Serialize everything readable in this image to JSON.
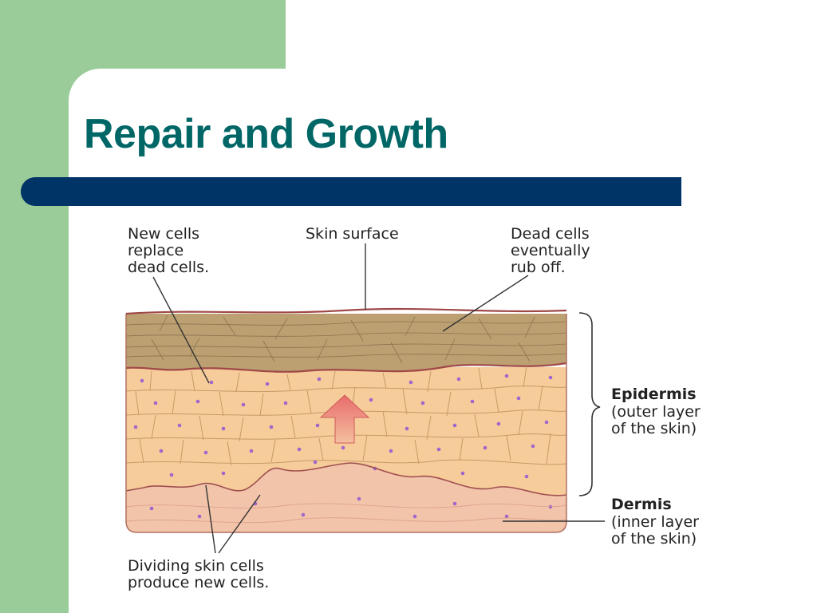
{
  "slide": {
    "title": "Repair and Growth",
    "colors": {
      "accent_green": "#99cc99",
      "title_teal": "#006666",
      "bar_navy": "#003366"
    }
  },
  "diagram": {
    "labels": {
      "new_cells": "New cells\nreplace\ndead cells.",
      "skin_surface": "Skin surface",
      "dead_cells": "Dead cells\neventually\nrub off.",
      "epidermis_name": "Epidermis",
      "epidermis_desc": "(outer layer\nof the skin)",
      "dermis_name": "Dermis",
      "dermis_desc": "(inner layer\nof the skin)",
      "dividing": "Dividing skin cells\nproduce new cells."
    },
    "colors": {
      "stratum_corneum": "#b89a6a",
      "epidermis_cells": "#f6cc9a",
      "dermis": "#f2c4aa",
      "nuclei": "#a066cc",
      "arrow": "#e07070",
      "border": "#a05050"
    }
  }
}
